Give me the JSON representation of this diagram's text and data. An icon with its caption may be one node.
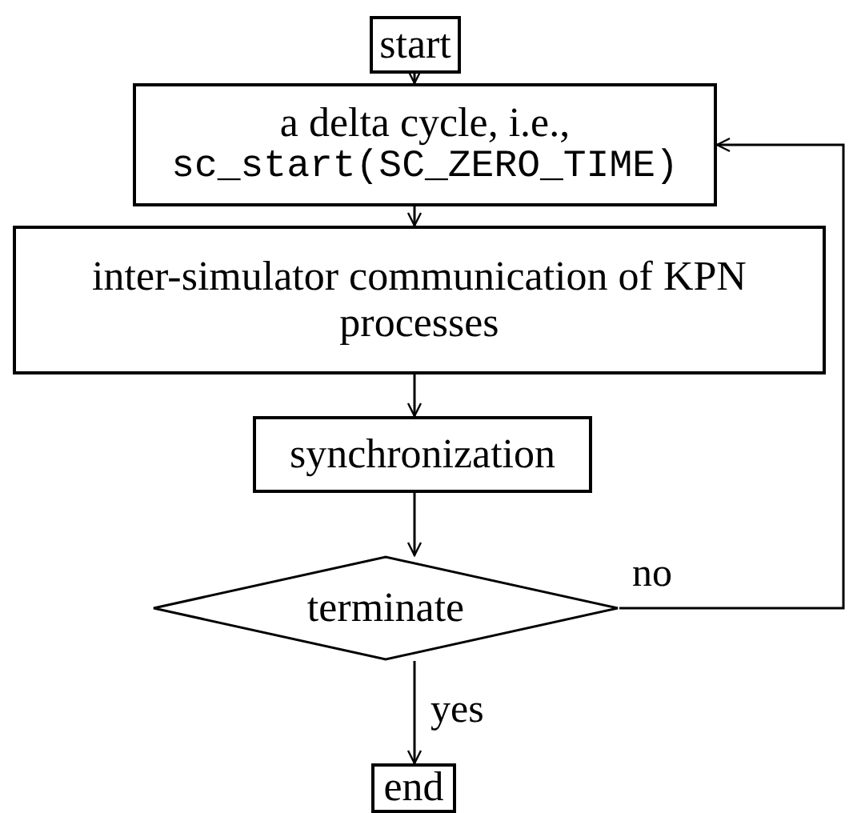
{
  "diagram": {
    "nodes": [
      {
        "text": [
          "start"
        ]
      },
      {
        "text": [
          "a delta cycle, i.e.,",
          "sc_start(SC_ZERO_TIME)"
        ]
      },
      {
        "text": [
          "inter-simulator communication of KPN processes"
        ]
      },
      {
        "text": [
          "synchronization"
        ]
      },
      {
        "text": [
          "terminate"
        ]
      },
      {
        "text": [
          "end"
        ]
      }
    ],
    "edges": [
      {
        "from": 0,
        "to": 1,
        "arrow": "to"
      },
      {
        "from": 1,
        "to": 2,
        "arrow": "to"
      },
      {
        "from": 2,
        "to": 3,
        "arrow": "to"
      },
      {
        "from": 3,
        "to": 4,
        "arrow": "to"
      },
      {
        "from": 4,
        "to": 5,
        "arrow": "to",
        "label": "yes"
      },
      {
        "from": 4,
        "to": 1,
        "arrow": "to",
        "label": "no"
      }
    ]
  }
}
